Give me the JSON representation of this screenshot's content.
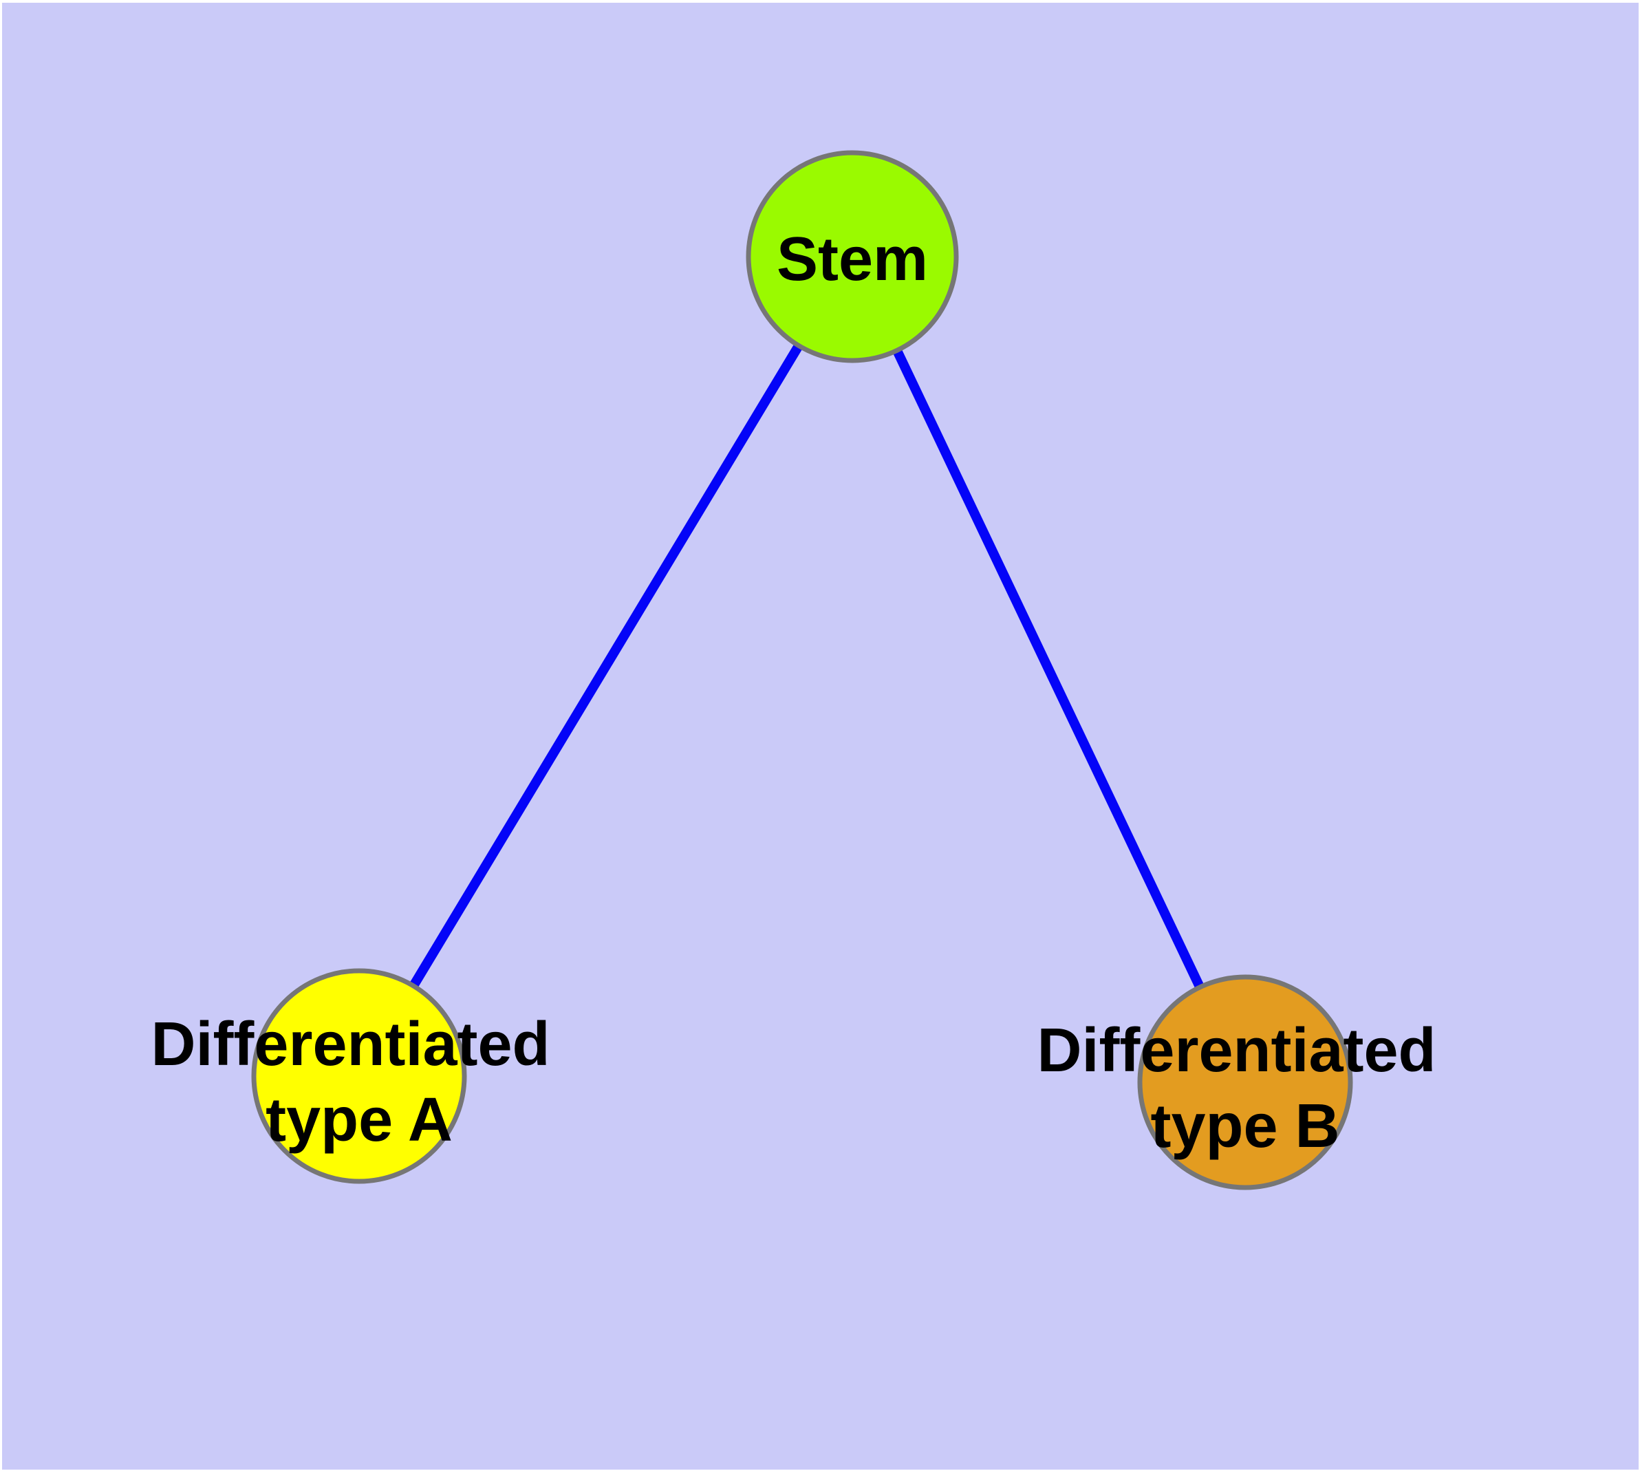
{
  "diagram": {
    "colors": {
      "background": "#CACAF8",
      "frame": "#FFFFFF",
      "edge": "#0404F8",
      "node_border": "#767676",
      "label_text": "#000000"
    },
    "nodes": [
      {
        "id": "stem",
        "fill": "#9AFA00",
        "label_lines": [
          "Stem"
        ]
      },
      {
        "id": "differentiated-type-a",
        "fill": "#FFFF00",
        "label_lines": [
          "Differentiated",
          "type A"
        ]
      },
      {
        "id": "differentiated-type-b",
        "fill": "#E39C20",
        "label_lines": [
          "Differentiated",
          "type B"
        ]
      }
    ],
    "edges": [
      {
        "from": "stem",
        "to": "differentiated-type-a"
      },
      {
        "from": "stem",
        "to": "differentiated-type-b"
      }
    ]
  }
}
